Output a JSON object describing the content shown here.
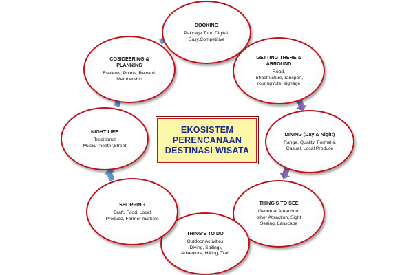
{
  "center": {
    "title": "EKOSISTEM\nPERENCANAAN\nDESTINASI WISATA"
  },
  "nodes": {
    "booking": {
      "title": "BOOKING",
      "desc": "Pakcage Tour, Digital,\nEasy,Competitive"
    },
    "getting_there": {
      "title": "GETTING THERE &\nARROUND",
      "desc": "Road,\nInfrastructure,transport,\nrouring rute, signage"
    },
    "dining": {
      "title": "DINING (Day & Night)",
      "desc": "Range, Quality, Formal &\nCasual, Local Produce"
    },
    "things_to_see": {
      "title": "THING'S TO SEE",
      "desc": "Genernal Attraction,\nother Attraction, Sight\nSeeing, Lanscape"
    },
    "things_to_do": {
      "title": "THING'S TO DO",
      "desc": "Outdoor Activities\n(Diving, Sailing),\nAdventure, Hiking, Trail"
    },
    "shopping": {
      "title": "SHOPPING",
      "desc": "Craft, Food, Local\nProduce, Farmer markets"
    },
    "night_life": {
      "title": "NIGHT LIFE",
      "desc": "Traditional\nMusic/Theater,Street"
    },
    "considering": {
      "title": "COSIDEERING &\nPLANNING",
      "desc": "Reviews, Points, Reward,\nMembership"
    }
  },
  "colors": {
    "ellipse_border": "#c0101a",
    "center_fill": "#fbf6a8",
    "center_text": "#1a2a8a",
    "arrow_purple": "#7b5aa6",
    "arrow_blue": "#5b8fc9"
  }
}
